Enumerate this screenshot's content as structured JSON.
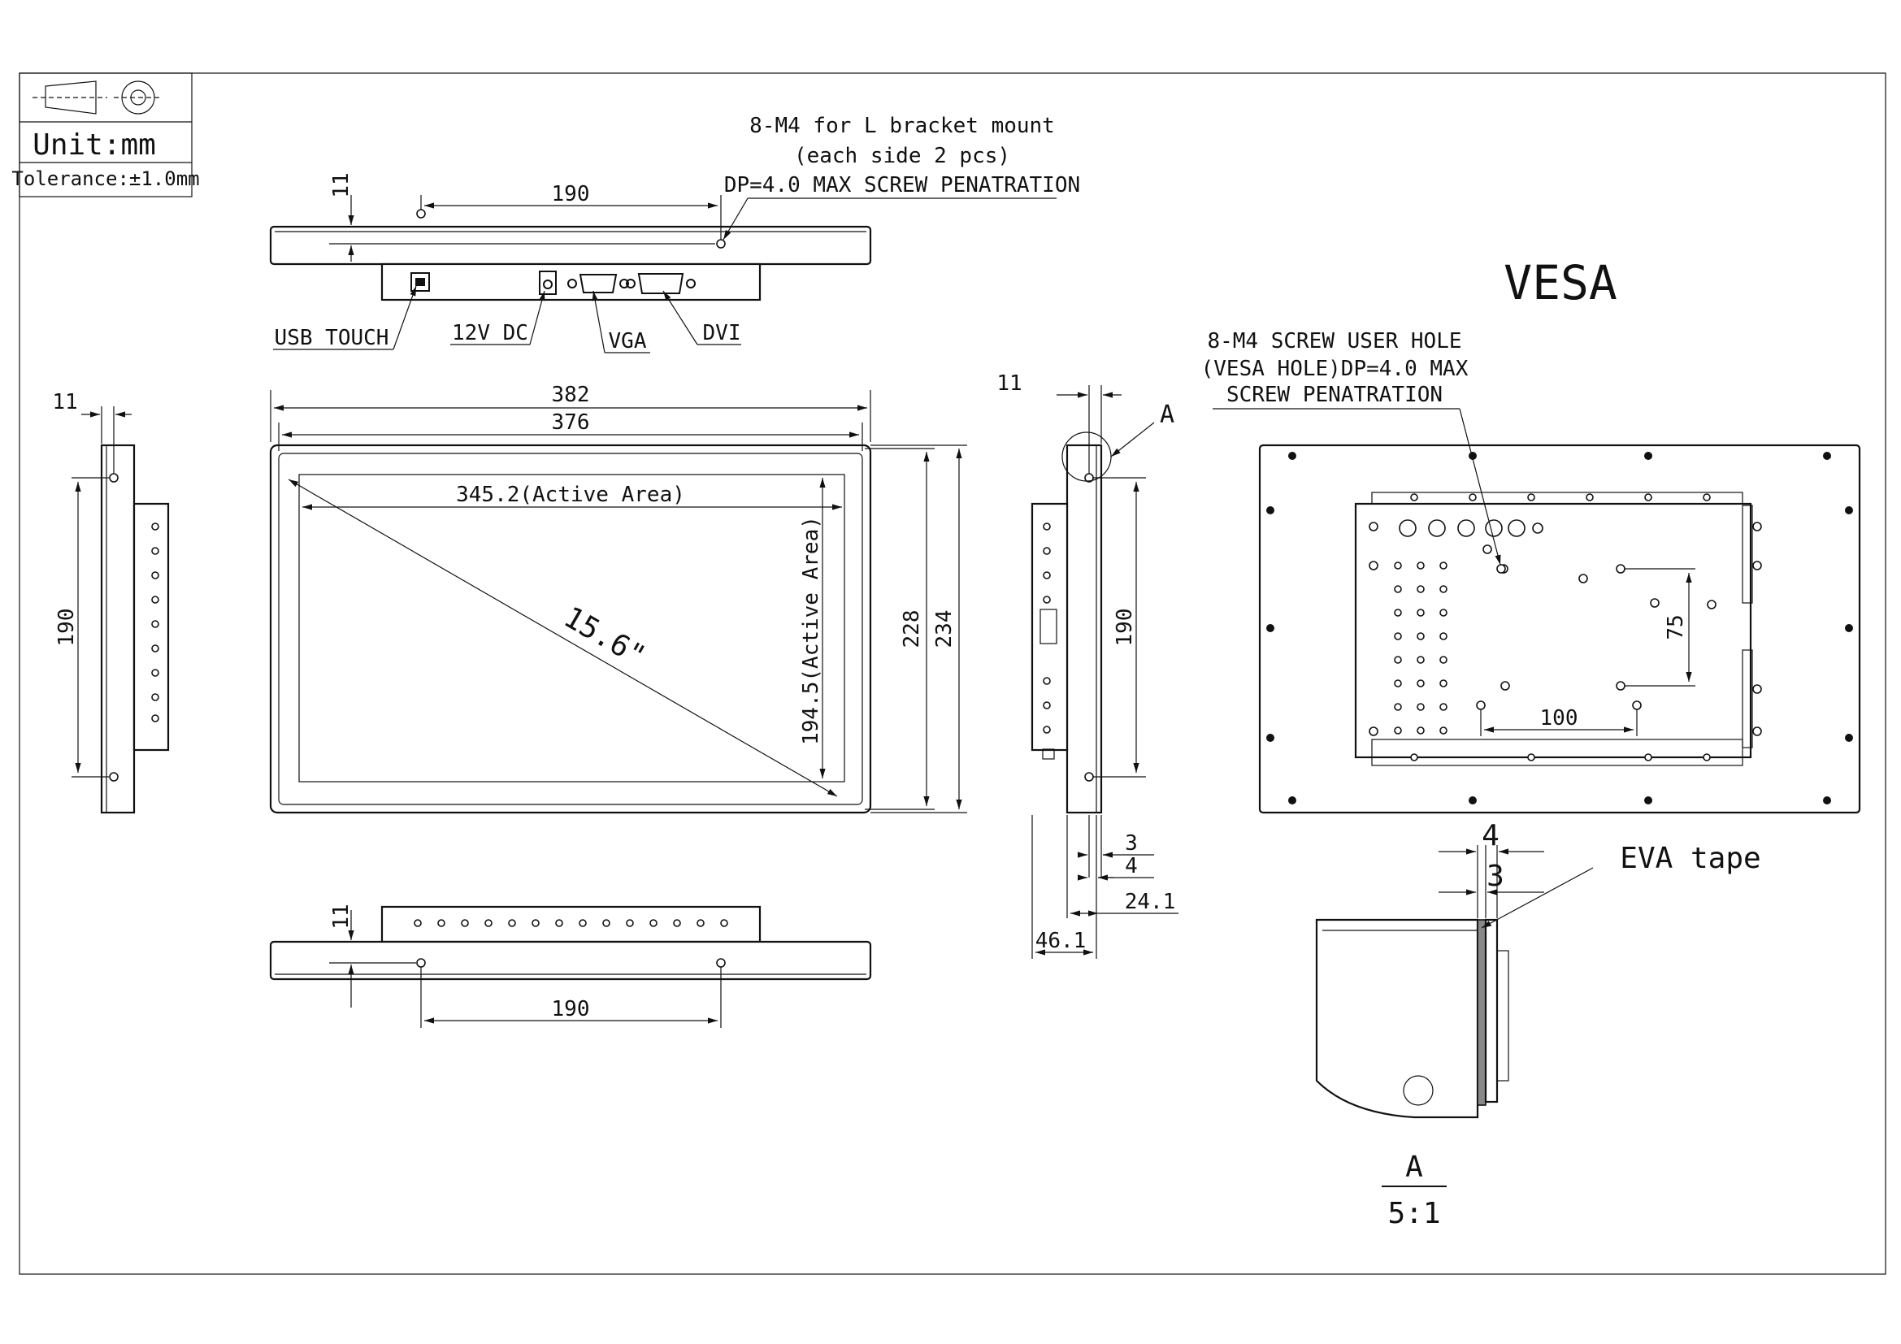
{
  "title_block": {
    "unit": "Unit:mm",
    "tolerance": "Tolerance:±1.0mm"
  },
  "vesa_title": "VESA",
  "top_view": {
    "note_line1": "8-M4 for L bracket mount",
    "note_line2": "(each side 2 pcs)",
    "note_line3": "DP=4.0 MAX SCREW PENATRATION",
    "dim_horizontal": "190",
    "dim_vertical": "11",
    "ports": [
      "USB TOUCH",
      "12V DC",
      "VGA",
      "DVI"
    ]
  },
  "front_view": {
    "width_outer": "382",
    "width_inner": "376",
    "active_width": "345.2(Active Area)",
    "active_height": "194.5(Active Area)",
    "diagonal": "15.6\"",
    "height_inner": "228",
    "height_outer": "234"
  },
  "left_view": {
    "dim_top": "11",
    "dim_height": "190"
  },
  "bottom_view": {
    "dim_vertical": "11",
    "dim_horizontal": "190"
  },
  "side_view": {
    "dim_top": "11",
    "detail_label": "A",
    "dim_height": "190",
    "dim_3": "3",
    "dim_4": "4",
    "dim_24_1": "24.1",
    "dim_46_1": "46.1"
  },
  "vesa_view": {
    "note_line1": "8-M4 SCREW USER HOLE",
    "note_line2": "(VESA HOLE)DP=4.0 MAX",
    "note_line3": "SCREW PENATRATION",
    "dim_vertical": "75",
    "dim_horizontal": "100"
  },
  "detail_a": {
    "dim_4": "4",
    "dim_3": "3",
    "tape_label": "EVA tape",
    "label": "A",
    "scale": "5:1"
  }
}
